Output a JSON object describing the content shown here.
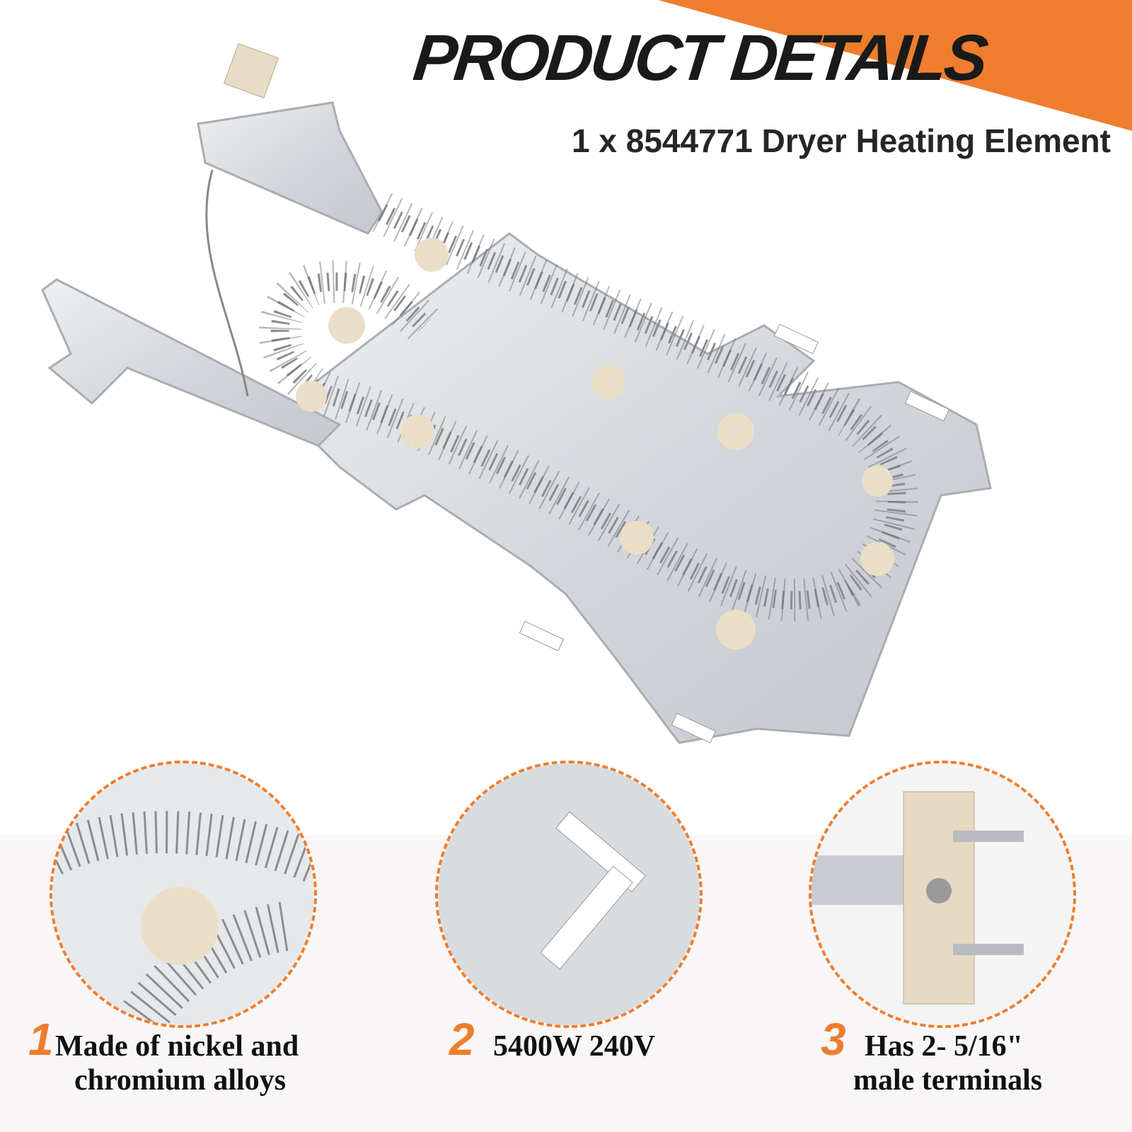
{
  "header": {
    "title": "PRODUCT DETAILS",
    "subtitle": "1 x 8544771 Dryer Heating Element"
  },
  "features": [
    {
      "number": "1",
      "line1": "Made of nickel and",
      "line2": "chromium alloys"
    },
    {
      "number": "2",
      "line1": "5400W 240V",
      "line2": ""
    },
    {
      "number": "3",
      "line1": "Has 2- 5/16\"",
      "line2": "male terminals"
    }
  ],
  "colors": {
    "accent": "#ef7d2e",
    "text": "#1a1a1a"
  }
}
